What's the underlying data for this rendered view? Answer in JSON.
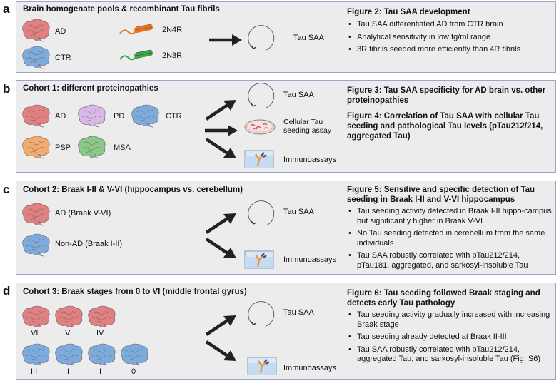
{
  "panels": [
    {
      "letter": "a",
      "title": "Brain homogenate pools & recombinant Tau fibrils",
      "brains": [
        {
          "label": "AD",
          "color": "#e07b7b"
        },
        {
          "label": "CTR",
          "color": "#7aa8dc"
        }
      ],
      "fibrils": [
        {
          "label": "2N4R",
          "color": "#e8742c"
        },
        {
          "label": "2N3R",
          "color": "#3fa34d"
        }
      ],
      "assays": [
        "Tau SAA"
      ],
      "figure_title": "Figure 2: Tau SAA development",
      "bullets": [
        "Tau SAA differentiated AD from CTR brain",
        "Analytical sensitivity in low fg/ml range",
        "3R fibrils seeded more efficiently than 4R fibrils"
      ]
    },
    {
      "letter": "b",
      "title": "Cohort 1: different proteinopathies",
      "brains": [
        {
          "label": "AD",
          "color": "#e07b7b"
        },
        {
          "label": "PD",
          "color": "#d7b6e6"
        },
        {
          "label": "CTR",
          "color": "#7aa8dc"
        },
        {
          "label": "PSP",
          "color": "#f5a86a"
        },
        {
          "label": "MSA",
          "color": "#86c886"
        }
      ],
      "assays": [
        "Tau SAA",
        "Cellular Tau seeding assay",
        "Immunoassays"
      ],
      "figure_title": "Figure 3: Tau SAA specificity for AD brain vs. other proteinopathies",
      "figure_title2": "Figure 4: Correlation of Tau SAA with cellular Tau seeding and pathological Tau levels (pTau212/214, aggregated Tau)"
    },
    {
      "letter": "c",
      "title": "Cohort 2: Braak I-II & V-VI (hippocampus vs. cerebellum)",
      "brains": [
        {
          "label": "AD (Braak V-VI)",
          "color": "#e07b7b"
        },
        {
          "label": "Non-AD (Braak I-II)",
          "color": "#7aa8dc"
        }
      ],
      "assays": [
        "Tau SAA",
        "Immunoassays"
      ],
      "figure_title": "Figure 5: Sensitive and specific detection of Tau seeding in Braak I-II and V-VI hippocampus",
      "bullets": [
        "Tau seeding activity detected in Braak I-II hippo-campus, but significantly higher in Braak V-VI",
        "No Tau seeding detected in cerebellum from the same individuals",
        "Tau SAA robustly correlated with pTau212/214, pTau181, aggregated, and sarkosyl-insoluble Tau"
      ]
    },
    {
      "letter": "d",
      "title": "Cohort 3: Braak stages from 0 to VI (middle frontal gyrus)",
      "brains": [
        {
          "label": "VI",
          "color": "#e07b7b"
        },
        {
          "label": "V",
          "color": "#e07b7b"
        },
        {
          "label": "IV",
          "color": "#e07b7b"
        },
        {
          "label": "III",
          "color": "#7aa8dc"
        },
        {
          "label": "II",
          "color": "#7aa8dc"
        },
        {
          "label": "I",
          "color": "#7aa8dc"
        },
        {
          "label": "0",
          "color": "#7aa8dc"
        }
      ],
      "assays": [
        "Tau SAA",
        "Immunoassays"
      ],
      "figure_title": "Figure 6: Tau seeding followed Braak staging and detects early Tau pathology",
      "bullets": [
        "Tau seeding activity gradually increased with increasing Braak stage",
        "Tau seeding already detected at Braak II-III",
        "Tau SAA robustly correlated with pTau212/214, aggregated Tau, and sarkosyl-insoluble Tau (Fig. S6)"
      ]
    }
  ]
}
